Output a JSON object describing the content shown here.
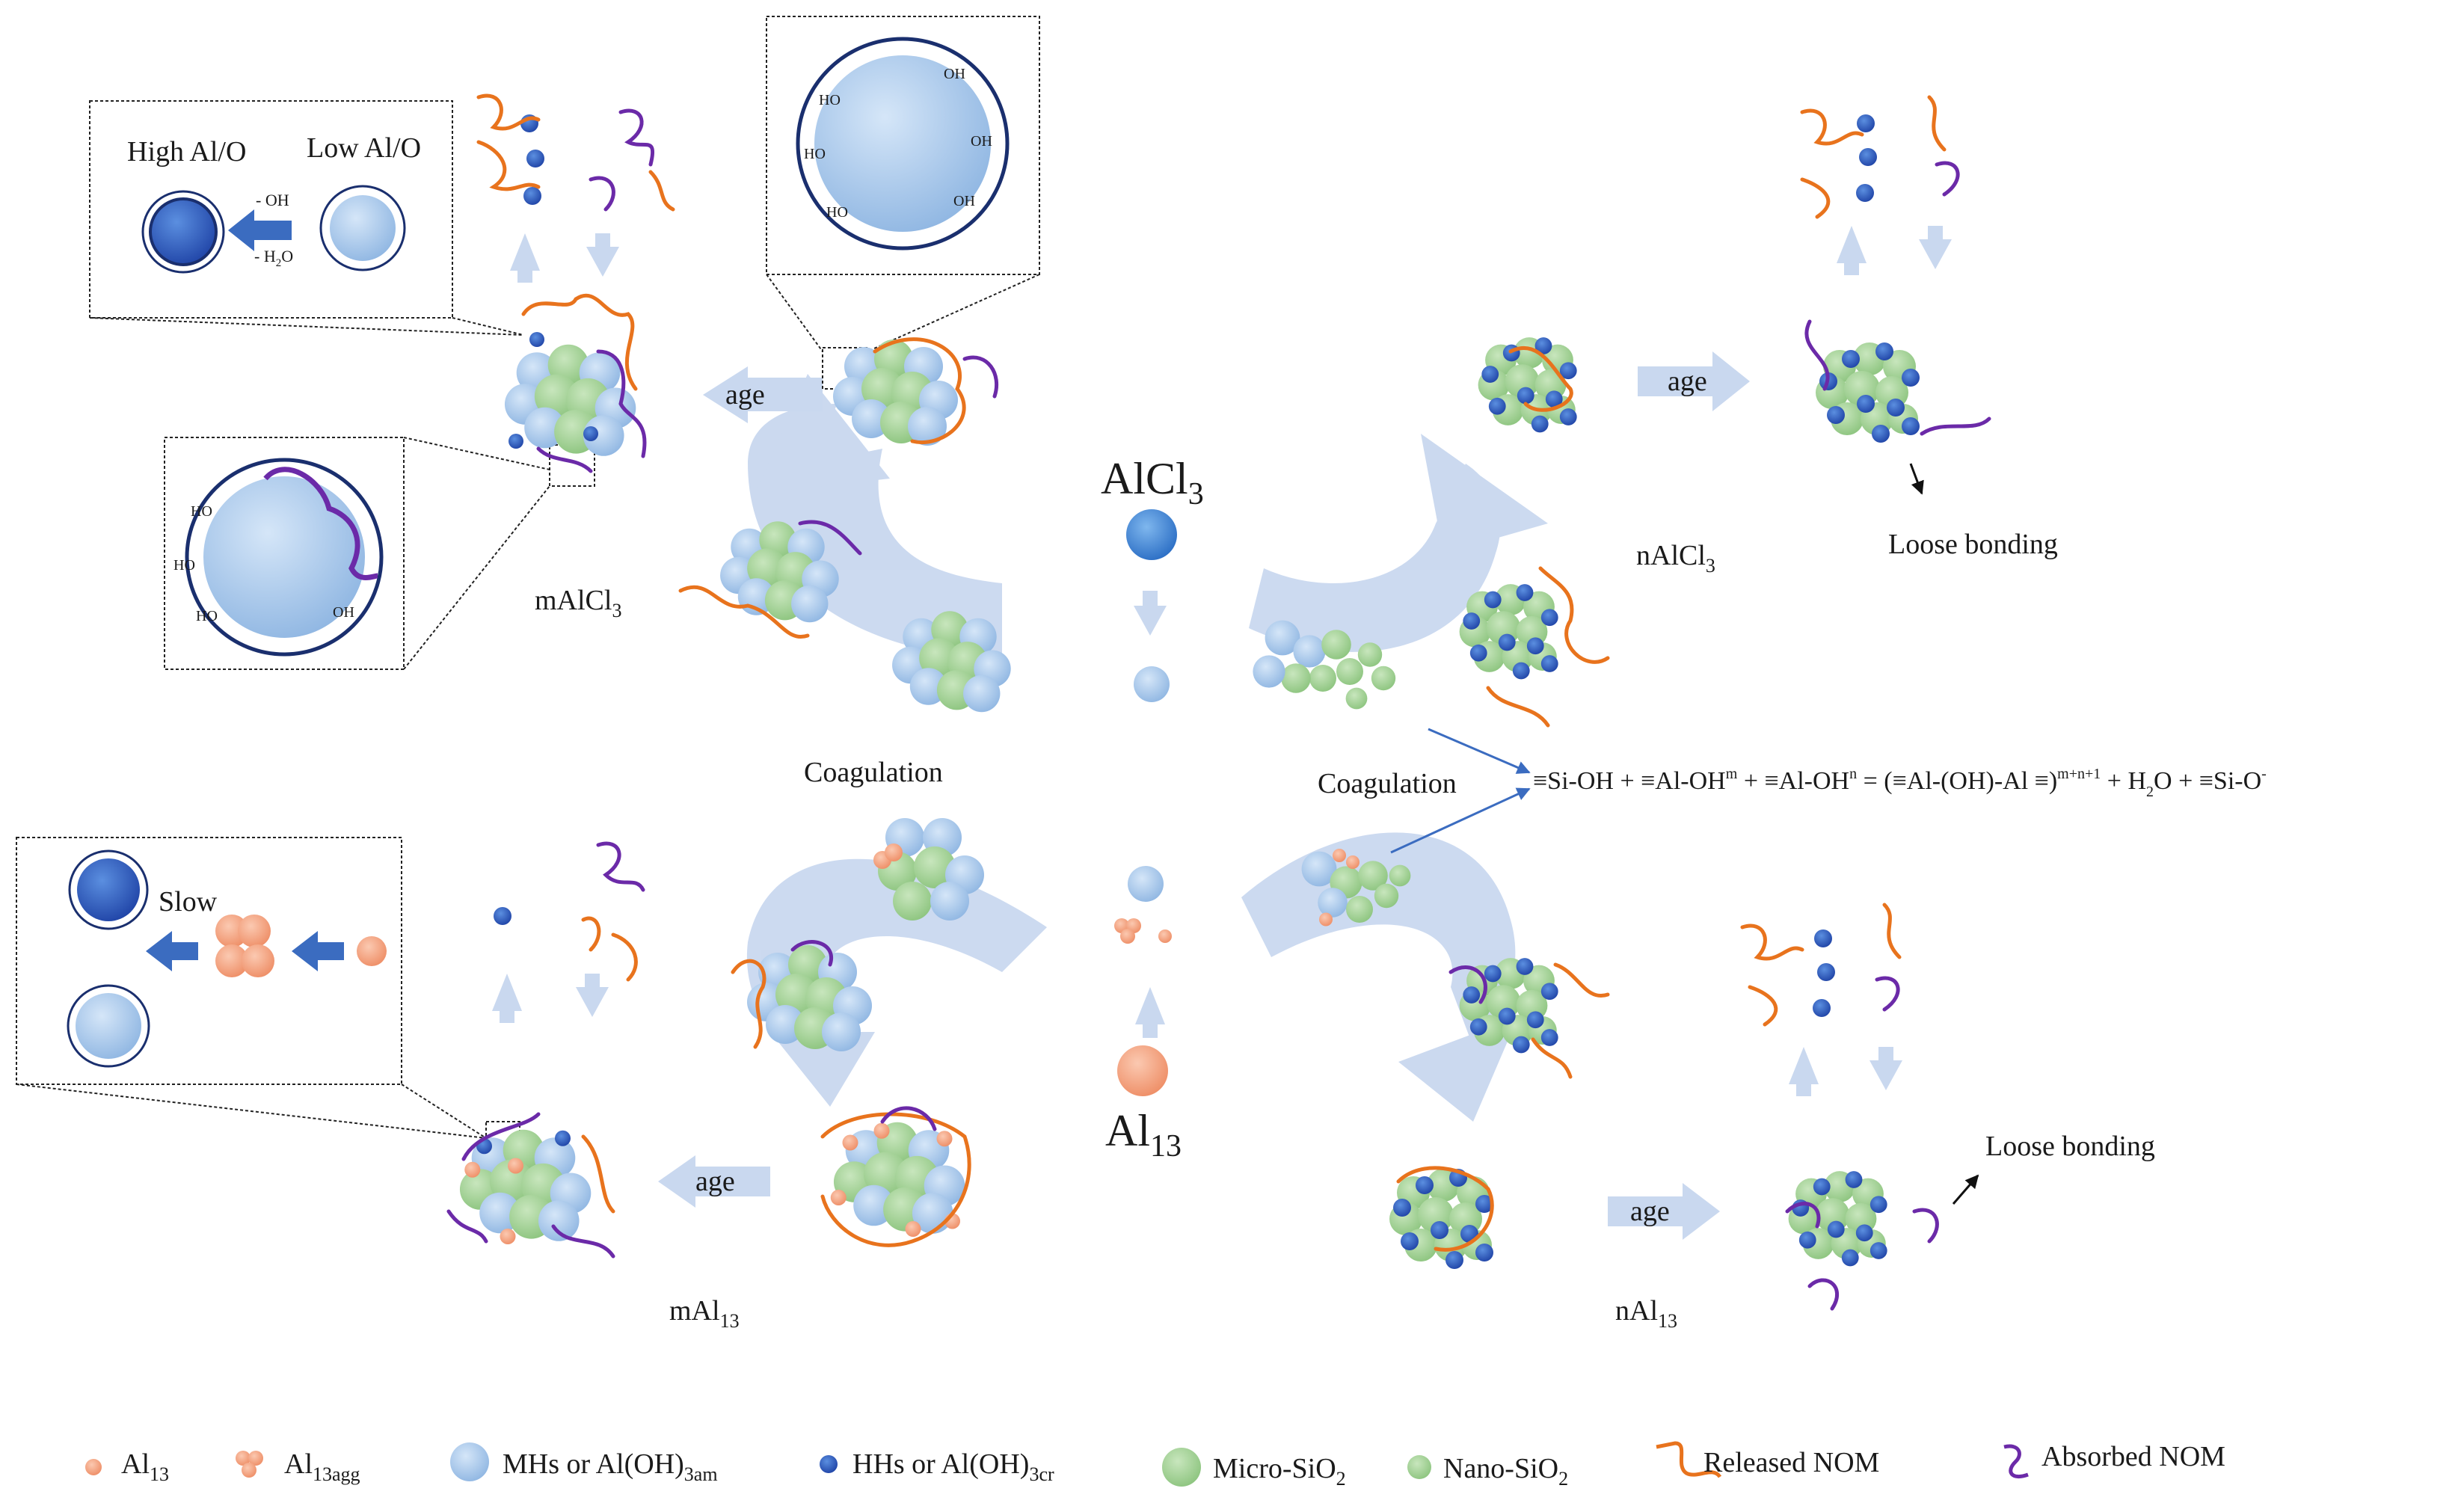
{
  "center": {
    "alcl3": {
      "base": "AlCl",
      "sub": "3"
    },
    "al13": {
      "base": "Al",
      "sub": "13"
    }
  },
  "labels": {
    "age": "age",
    "coagulation": "Coagulation",
    "loose_bonding": "Loose bonding",
    "slow": "Slow",
    "high_al_o": "High Al/O",
    "low_al_o": "Low Al/O",
    "minus_oh": "- OH",
    "minus_h2o_base": "- H",
    "minus_h2o_sub": "2",
    "minus_h2o_end": "O",
    "ho": "HO",
    "oh": "OH"
  },
  "panels": {
    "malcl3": {
      "base": "mAlCl",
      "sub": "3"
    },
    "nalcl3": {
      "base": "nAlCl",
      "sub": "3"
    },
    "mal13": {
      "base": "mAl",
      "sub": "13"
    },
    "nal13": {
      "base": "nAl",
      "sub": "13"
    }
  },
  "equation": {
    "p1": "≡Si-OH + ≡Al-OH",
    "s1": "m",
    "p2": " + ≡Al-OH",
    "s2": "n",
    "p3": " = (≡Al-(OH)-Al ≡)",
    "s3": "m+n+1",
    "p4": " + H",
    "s4": "2",
    "p5": "O + ≡Si-O",
    "s5": "-"
  },
  "legend": [
    {
      "key": "al13",
      "base": "Al",
      "sub": "13"
    },
    {
      "key": "al13agg",
      "base": "Al",
      "sub": "13agg"
    },
    {
      "key": "mhs",
      "base": "MHs or Al(OH)",
      "sub": "3am"
    },
    {
      "key": "hhs",
      "base": "HHs or Al(OH)",
      "sub": "3cr"
    },
    {
      "key": "micro",
      "base": "Micro-SiO",
      "sub": "2"
    },
    {
      "key": "nano",
      "base": "Nano-SiO",
      "sub": "2"
    },
    {
      "key": "released",
      "base": "Released NOM",
      "sub": ""
    },
    {
      "key": "absorbed",
      "base": "Absorbed NOM",
      "sub": ""
    }
  ],
  "colors": {
    "mh_blue": "#a9c8ea",
    "hh_blue": "#2f5fc4",
    "al13_orange": "#f4a98a",
    "sio2_green": "#a6d49a",
    "released_nom": "#e8731d",
    "absorbed_nom": "#6b2aa8",
    "arrow_pale": "#c9d8ef",
    "dark_arrow": "#3b6cc0"
  }
}
